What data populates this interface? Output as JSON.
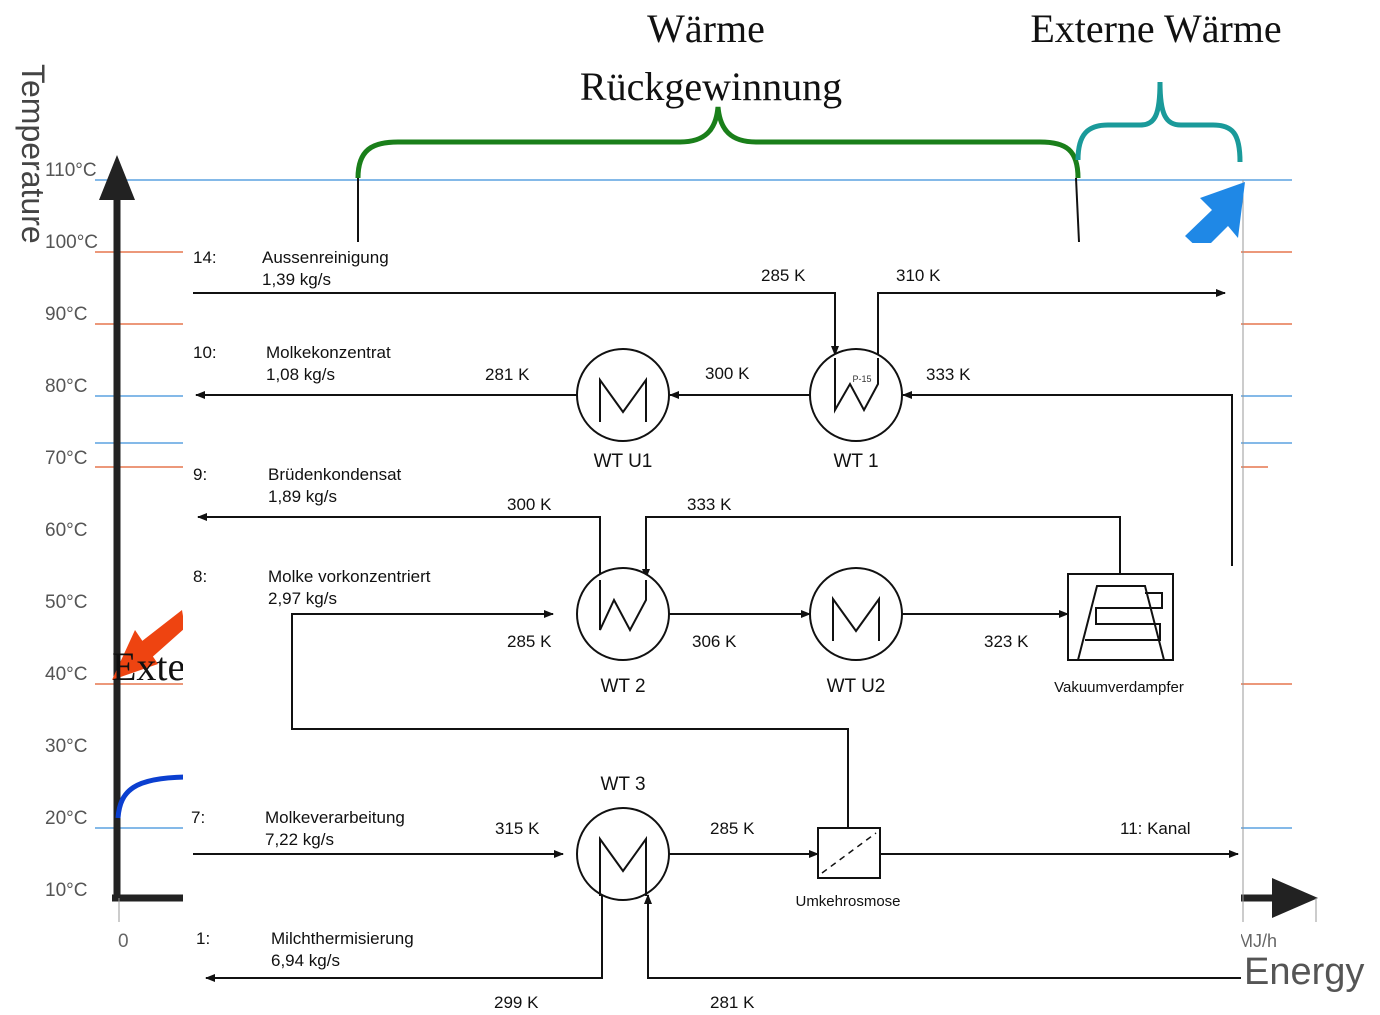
{
  "colors": {
    "axis": "#222222",
    "blue_line": "#3b8fd9",
    "red_line": "#e05a2a",
    "green_brace": "#1a7f1a",
    "teal_brace": "#1a9a9a",
    "blue_arrow": "#1f88e6",
    "red_arrow": "#ee4411",
    "curve_blue": "#0b3fd0"
  },
  "axes": {
    "y_label": "Temperature",
    "x_label": "Energy",
    "x_unit": "MJ/h",
    "x_zero": "0",
    "y_ticks": [
      "110°C",
      "100°C",
      "90°C",
      "80°C",
      "70°C",
      "60°C",
      "50°C",
      "40°C",
      "30°C",
      "20°C",
      "10°C"
    ]
  },
  "annotations": {
    "recovery_line1": "Wärme",
    "recovery_line2": "Rückgewinnung",
    "external": "Externe Wärme",
    "partial_left": "Exte"
  },
  "streams": [
    {
      "num": "14:",
      "name": "Aussenreinigung",
      "flow": "1,39 kg/s"
    },
    {
      "num": "10:",
      "name": "Molkekonzentrat",
      "flow": "1,08 kg/s"
    },
    {
      "num": "9:",
      "name": "Brüdenkondensat",
      "flow": "1,89 kg/s"
    },
    {
      "num": "8:",
      "name": "Molke vorkonzentriert",
      "flow": "2,97 kg/s"
    },
    {
      "num": "7:",
      "name": "Molkeverarbeitung",
      "flow": "7,22 kg/s"
    },
    {
      "num": "1:",
      "name": "Milchthermisierung",
      "flow": "6,94 kg/s"
    }
  ],
  "units": {
    "wt1": "WT 1",
    "wt1_tag": "P-15",
    "wtu1": "WT U1",
    "wt2": "WT 2",
    "wtu2": "WT U2",
    "wt3": "WT 3",
    "vakuum": "Vakuumverdampfer",
    "umkehr": "Umkehrosmose",
    "kanal": "11: Kanal"
  },
  "temps": {
    "s14_in": "285 K",
    "s14_out": "310 K",
    "s10_a": "281 K",
    "s10_b": "300 K",
    "s10_c": "333 K",
    "s9_a": "300 K",
    "s9_b": "333 K",
    "s8_a": "285 K",
    "s8_b": "306 K",
    "s8_c": "323 K",
    "s7_a": "315 K",
    "s7_b": "285 K",
    "s1_a": "299 K",
    "s1_b": "281 K"
  }
}
